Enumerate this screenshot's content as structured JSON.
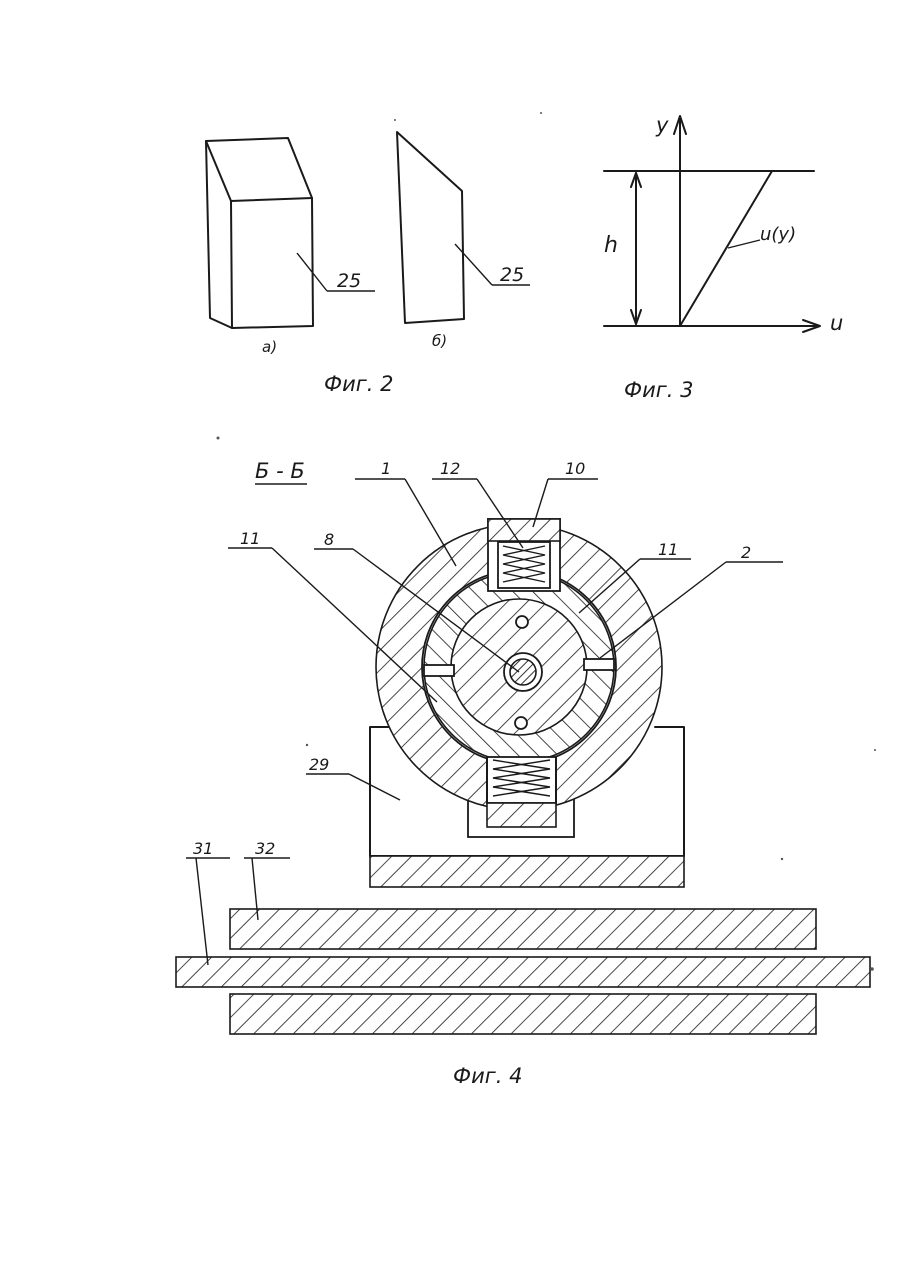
{
  "fig2": {
    "caption": "Фиг. 2",
    "view_a": "а)",
    "view_b": "б)",
    "callout_a": "25",
    "callout_b": "25"
  },
  "fig3": {
    "caption": "Фиг. 3",
    "axis_y": "y",
    "axis_u": "u",
    "height_label": "h",
    "curve_label": "u(y)"
  },
  "fig4": {
    "caption": "Фиг. 4",
    "section_label": "Б - Б",
    "callouts": {
      "c1": "1",
      "c12": "12",
      "c10": "10",
      "c11_left": "11",
      "c8": "8",
      "c11_right": "11",
      "c2": "2",
      "c29": "29",
      "c31": "31",
      "c32": "32"
    }
  }
}
